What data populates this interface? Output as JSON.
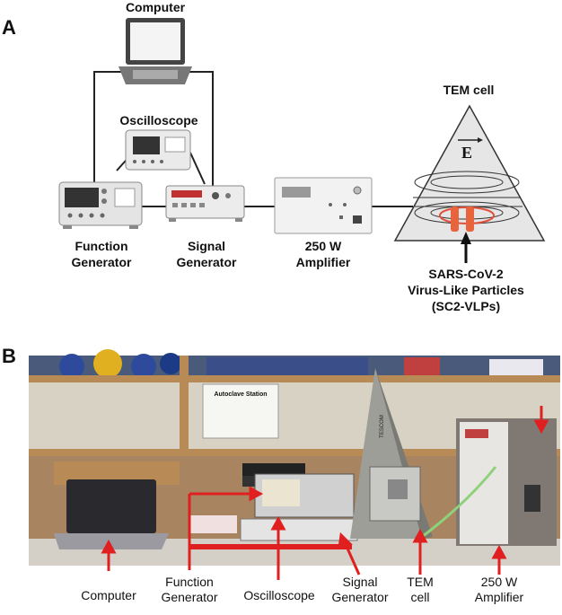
{
  "panel_a": {
    "letter": "A",
    "labels": {
      "computer": "Computer",
      "oscilloscope": "Oscilloscope",
      "function_generator_1": "Function",
      "function_generator_2": "Generator",
      "signal_generator_1": "Signal",
      "signal_generator_2": "Generator",
      "amplifier_1": "250 W",
      "amplifier_2": "Amplifier",
      "tem_cell": "TEM cell",
      "field_symbol": "E",
      "vlp_1": "SARS-CoV-2",
      "vlp_2": "Virus-Like Particles",
      "vlp_3": "(SC2-VLPs)"
    }
  },
  "panel_b": {
    "letter": "B",
    "photo_texts": {
      "autoclave": "Autoclave Station",
      "brand": "TESCOM"
    },
    "labels": {
      "computer": "Computer",
      "function_generator_1": "Function",
      "function_generator_2": "Generator",
      "oscilloscope": "Oscilloscope",
      "signal_generator_1": "Signal",
      "signal_generator_2": "Generator",
      "tem_1": "TEM",
      "tem_2": "cell",
      "amplifier_1": "250 W",
      "amplifier_2": "Amplifier"
    }
  },
  "colors": {
    "arrow_red": "#e02020",
    "device_gray": "#d9d9d9",
    "tem_fill": "#e6e6e6",
    "vlp_orange": "#e8643c"
  }
}
